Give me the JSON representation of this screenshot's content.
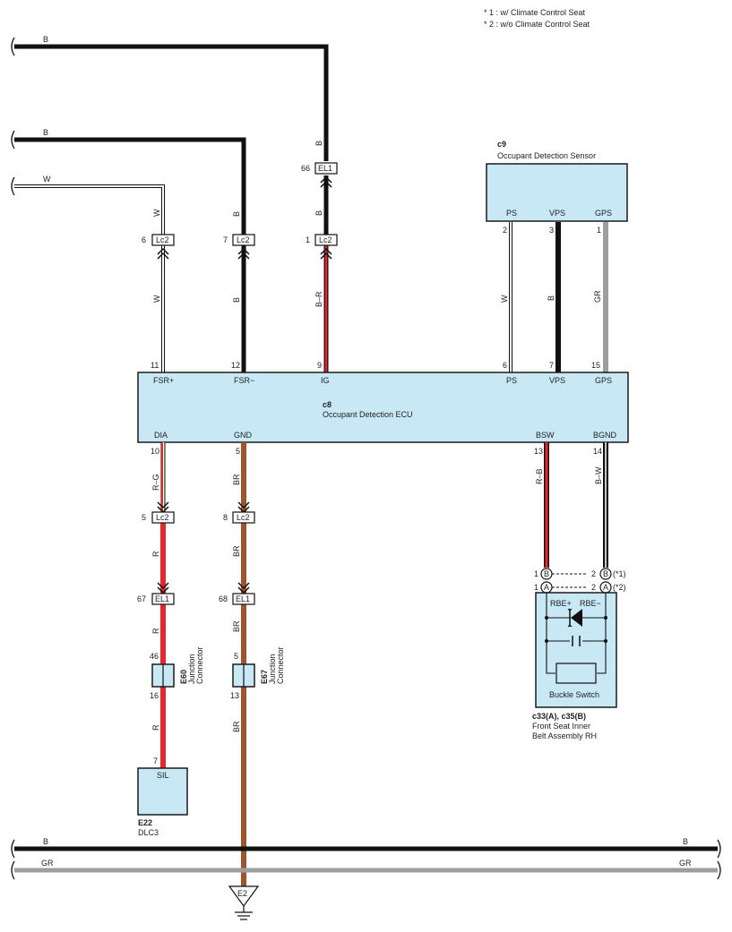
{
  "notes": [
    "* 1 : w/ Climate Control Seat",
    "* 2 : w/o Climate Control Seat"
  ],
  "wire_colors": {
    "B": "#111111",
    "W": "#bdbdbd",
    "B-R": "#e8262b",
    "GR": "#9e9e9e",
    "R-G": "#e8262b",
    "BR": "#a0532d",
    "R-B": "#e8262b",
    "B-W": "#111111",
    "R": "#e8262b"
  },
  "bus_top": [
    {
      "label": "B"
    },
    {
      "label": "B"
    },
    {
      "label": "W"
    }
  ],
  "bus_bottom": [
    {
      "label_left": "B",
      "label_right": "B"
    },
    {
      "label_left": "GR",
      "label_right": "GR"
    }
  ],
  "ecu": {
    "code": "c8",
    "name": "Occupant Detection ECU",
    "top_pins": [
      {
        "num": "11",
        "label": "FSR+"
      },
      {
        "num": "12",
        "label": "FSR−"
      },
      {
        "num": "9",
        "label": "IG"
      },
      {
        "num": "6",
        "label": "PS"
      },
      {
        "num": "7",
        "label": "VPS"
      },
      {
        "num": "15",
        "label": "GPS"
      }
    ],
    "bottom_pins": [
      {
        "num": "10",
        "label": "DIA"
      },
      {
        "num": "5",
        "label": "GND"
      },
      {
        "num": "13",
        "label": "BSW"
      },
      {
        "num": "14",
        "label": "BGND"
      }
    ]
  },
  "sensor": {
    "code": "c9",
    "name": "Occupant Detection Sensor",
    "pins": [
      {
        "num": "2",
        "label": "PS"
      },
      {
        "num": "3",
        "label": "VPS"
      },
      {
        "num": "1",
        "label": "GPS"
      }
    ]
  },
  "wires": {
    "w1_upper": "W",
    "w1_lower": "W",
    "w2_upper": "B",
    "w2_lower": "B",
    "w3_top": "B",
    "w3_mid": "B",
    "w3_lower": "B–R",
    "sensor_ps": "W",
    "sensor_vps": "B",
    "sensor_gps": "GR",
    "dia_1": "R–G",
    "dia_2": "R",
    "dia_3": "R",
    "dia_4": "R",
    "gnd_1": "BR",
    "gnd_2": "BR",
    "gnd_3": "BR",
    "gnd_4": "BR",
    "bsw": "R–B",
    "bgnd": "B–W"
  },
  "connectors": {
    "lc2_a": {
      "label": "Lc2",
      "pin": "6"
    },
    "lc2_b": {
      "label": "Lc2",
      "pin": "7"
    },
    "lc2_c": {
      "label": "Lc2",
      "pin": "1"
    },
    "el1_top": {
      "label": "EL1",
      "pin": "66"
    },
    "lc2_d": {
      "label": "Lc2",
      "pin": "5"
    },
    "lc2_e": {
      "label": "Lc2",
      "pin": "8"
    },
    "el1_a": {
      "label": "EL1",
      "pin": "67"
    },
    "el1_b": {
      "label": "EL1",
      "pin": "68"
    }
  },
  "junctions": {
    "e60": {
      "code": "E60",
      "name": "Junction\nConnector",
      "pin_top": "46",
      "pin_bottom": "16"
    },
    "e67": {
      "code": "E67",
      "name": "Junction\nConnector",
      "pin_top": "5",
      "pin_bottom": "13"
    }
  },
  "dlc3": {
    "code": "E22",
    "name": "DLC3",
    "pin": "7",
    "label": "SIL"
  },
  "ground": {
    "label": "E2"
  },
  "buckle": {
    "code": "c33(A), c35(B)",
    "name_line1": "Front Seat Inner",
    "name_line2": "Belt Assembly RH",
    "pin_plus": "RBE+",
    "pin_minus": "RBE−",
    "switch_label": "Buckle Switch",
    "row_b": {
      "left_num": "1",
      "letter": "B",
      "right_num": "2",
      "note": "(*1)"
    },
    "row_a": {
      "left_num": "1",
      "letter": "A",
      "right_num": "2",
      "note": "(*2)"
    }
  }
}
